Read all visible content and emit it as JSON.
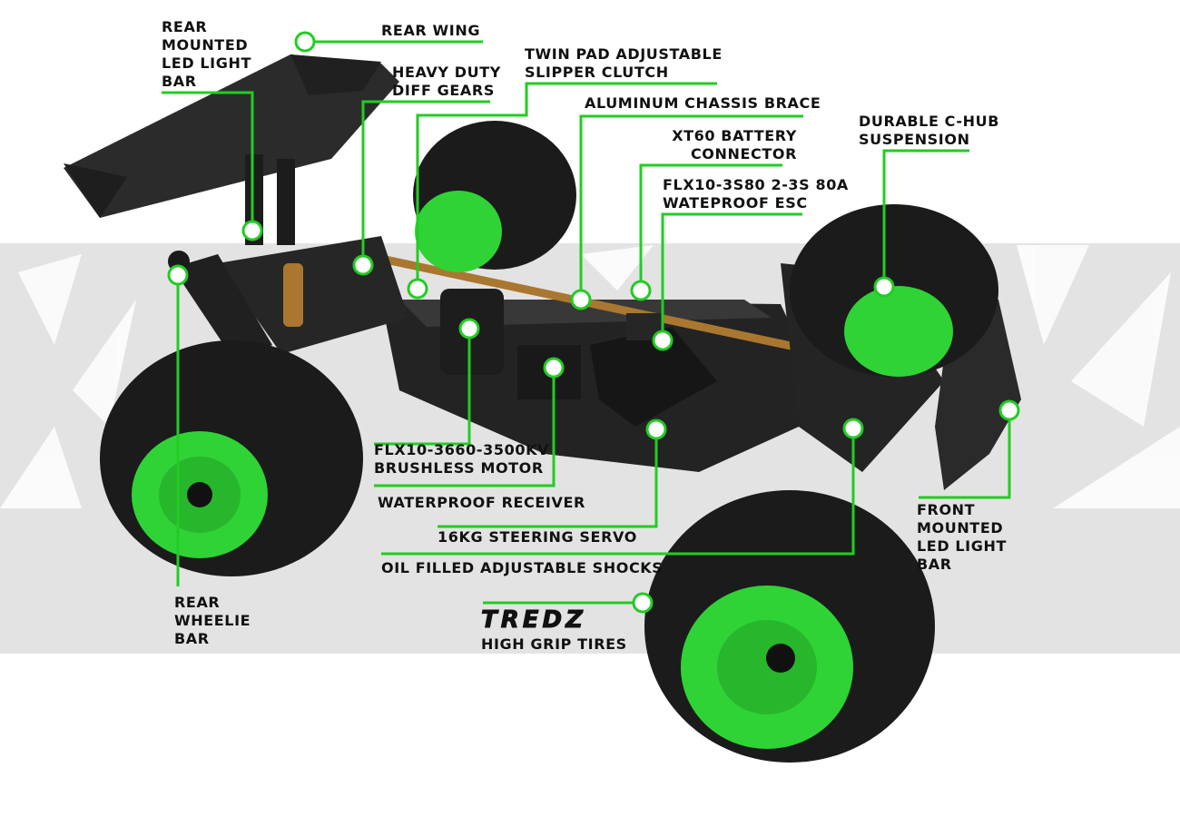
{
  "labels": {
    "rear_led_bar": "REAR\nMOUNTED\nLED LIGHT\nBAR",
    "rear_wing": "REAR WING",
    "heavy_duty_diff": "HEAVY DUTY\nDIFF GEARS",
    "slipper_clutch": "TWIN PAD ADJUSTABLE\nSLIPPER CLUTCH",
    "chassis_brace": "ALUMINUM CHASSIS BRACE",
    "xt60": "XT60 BATTERY\nCONNECTOR",
    "esc": "FLX10-3S80 2-3S 80A\nWATEPROOF ESC",
    "c_hub": "DURABLE C-HUB\nSUSPENSION",
    "motor": "FLX10-3660-3500KV\nBRUSHLESS MOTOR",
    "receiver": "WATERPROOF RECEIVER",
    "servo": "16KG STEERING SERVO",
    "shocks": "OIL FILLED ADJUSTABLE SHOCKS",
    "front_led_bar": "FRONT\nMOUNTED\nLED LIGHT\nBAR",
    "wheelie_bar": "REAR\nWHEELIE\nBAR",
    "tires": "HIGH GRIP TIRES",
    "brand_logo": "TREDZ"
  },
  "colors": {
    "accent": "#22cc22",
    "wheel": "#2fd335",
    "tire": "#1b1b1b",
    "chassis": "#232323",
    "brass": "#a9772f"
  }
}
